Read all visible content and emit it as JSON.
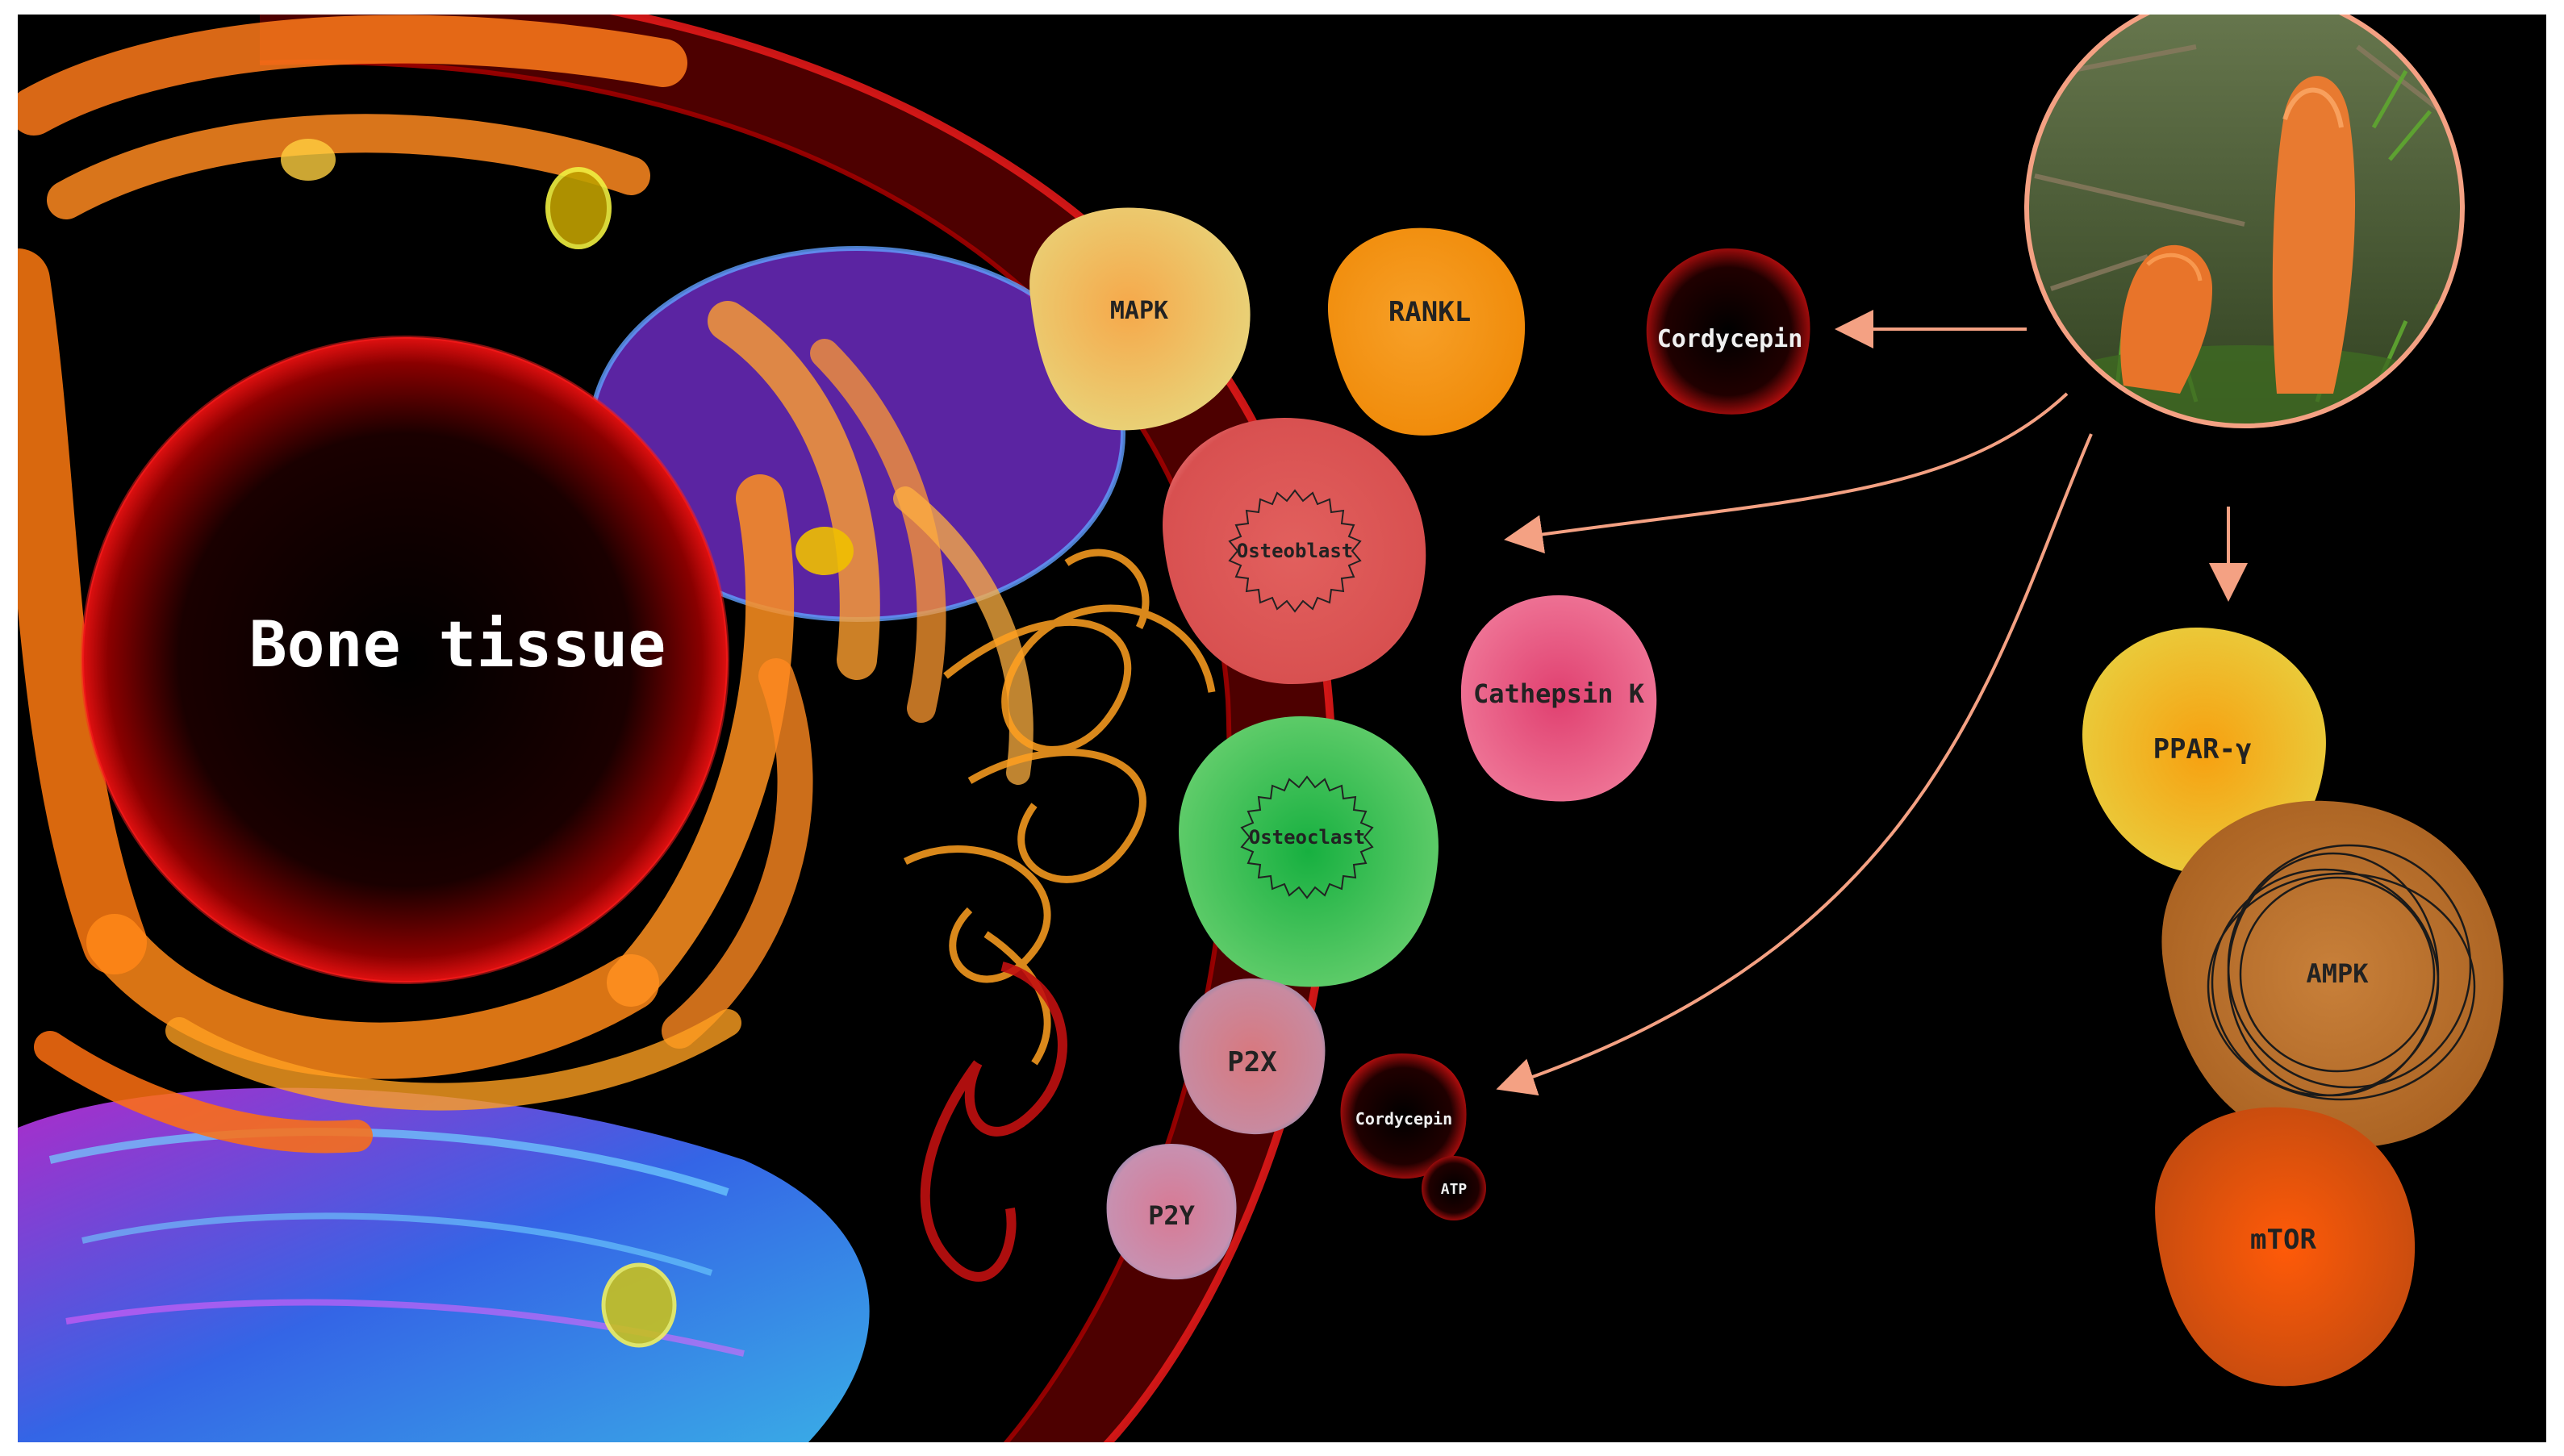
{
  "labels": {
    "bone_tissue": "Bone tissue",
    "mapk": "MAPK",
    "rankl": "RANKL",
    "cordycepin_top": "Cordycepin",
    "osteoblast": "Osteoblast",
    "cathepsin_k": "Cathepsin K",
    "osteoclast": "Osteoclast",
    "p2x": "P2X",
    "p2y": "P2Y",
    "cordycepin_small": "Cordycepin",
    "atp": "ATP",
    "ppar_y": "PPAR-γ",
    "ampk": "AMPK",
    "mtor": "mTOR"
  },
  "icons": {
    "mushroom_photo": "cordyceps-mushroom-photo",
    "bone_cell": "bone-tissue-cell-illustration"
  },
  "colors": {
    "background": "#000000",
    "arrow": "#f4a183",
    "mapk": "#f0c06a",
    "rankl": "#f59a1c",
    "osteoblast": "#e0585a",
    "cathepsin_k": "#e0457a",
    "osteoclast": "#1db84a",
    "p2x": "#d88a90",
    "p2y": "#d888a0",
    "ppar_y": "#f5a820",
    "ampk": "#b8702a",
    "mtor": "#ff5a10",
    "cordycepin_ring": "#c01010"
  }
}
